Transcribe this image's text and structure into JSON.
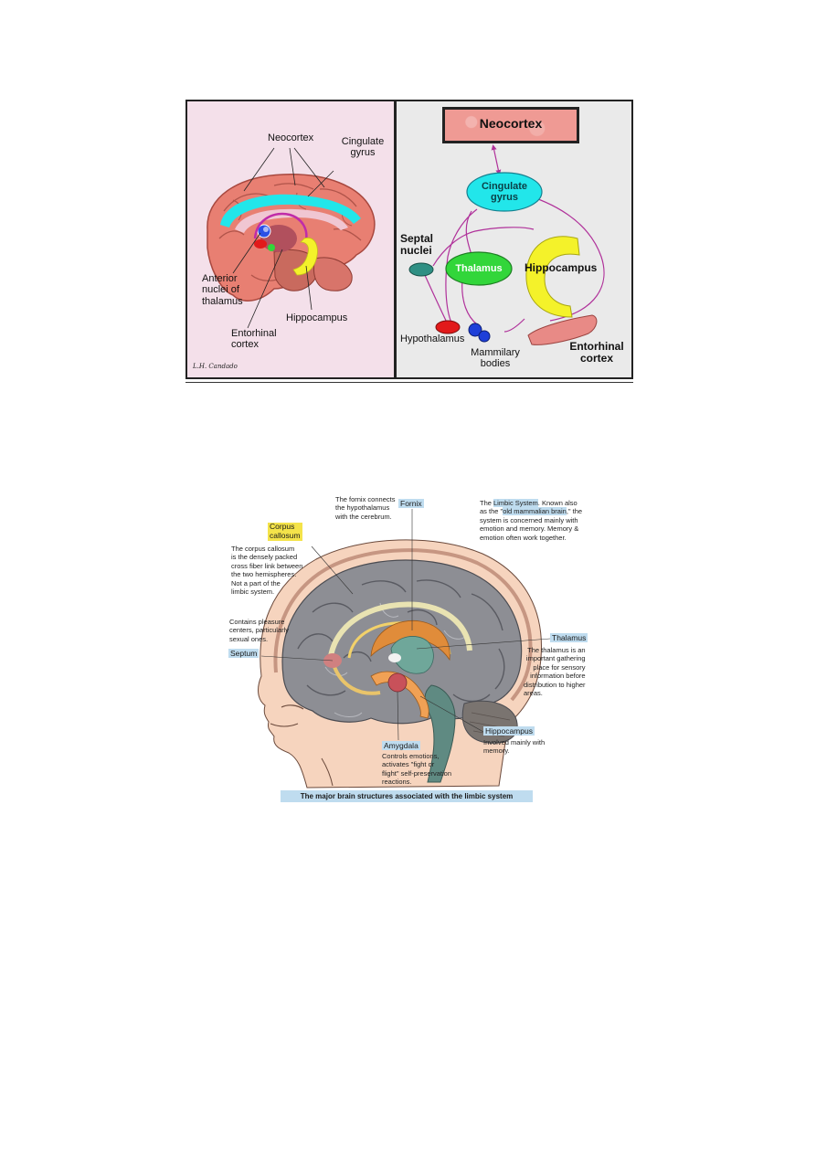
{
  "figure1": {
    "signature": "L.H. Candado",
    "left_panel": {
      "neocortex": "Neocortex",
      "cingulate_gyrus": [
        "Cingulate",
        "gyrus"
      ],
      "anterior_nuclei": [
        "Anterior",
        "nuclei of",
        "thalamus"
      ],
      "hippocampus": "Hippocampus",
      "entorhinal_cortex": [
        "Entorhinal",
        "cortex"
      ]
    },
    "right_panel": {
      "neocortex": "Neocortex",
      "cingulate_gyrus": [
        "Cingulate",
        "gyrus"
      ],
      "septal_nuclei": [
        "Septal",
        "nuclei"
      ],
      "thalamus": "Thalamus",
      "hippocampus": "Hippocampus",
      "hypothalamus": "Hypothalamus",
      "mammilary_bodies": [
        "Mammilary",
        "bodies"
      ],
      "entorhinal_cortex": [
        "Entorhinal",
        "cortex"
      ]
    },
    "colors": {
      "cingulate": "#22e6ea",
      "thalamus": "#32d63a",
      "hippocampus": "#f4f22a",
      "hypothalamus": "#e21a1a",
      "mammilary": "#1e3fd8",
      "septal": "#2e8f83",
      "entorhinal": "#e88a86",
      "pathway": "#b0319a"
    }
  },
  "figure2": {
    "fornix_note": [
      "The fornix connects",
      "the hypothalamus",
      "with the cerebrum."
    ],
    "fornix": "Fornix",
    "limbic_note": {
      "line1_pre": "The ",
      "line1_hl": "Limbic System",
      "line1_post": ". Known also",
      "line2_pre": "as the \"",
      "line2_hl": "old mammalian brain",
      "line2_post": ",\" the",
      "rest": [
        "system is concerned mainly with",
        "emotion and memory. Memory &",
        "emotion often work together."
      ]
    },
    "corpus_callosum": [
      "Corpus",
      "callosum"
    ],
    "corpus_note": [
      "The corpus callosum",
      "is the densely packed",
      "cross fiber link between",
      "the two hemispheres.",
      "Not a part of the",
      "limbic system."
    ],
    "septum_note": [
      "Contains pleasure",
      "centers, particularly",
      "sexual ones."
    ],
    "septum": "Septum",
    "thalamus": "Thalamus",
    "thalamus_note": [
      "The thalamus is an",
      "important gathering",
      "place for sensory",
      "information before",
      "distribution to higher",
      "areas."
    ],
    "hippocampus": "Hippocampus",
    "hippocampus_note": [
      "Involved mainly with",
      "memory."
    ],
    "amygdala": "Amygdala",
    "amygdala_note": [
      "Controls emotions,",
      "activates \"fight or",
      "flight\" self-preservation",
      "reactions."
    ],
    "caption": "The major brain structures associated with the limbic system"
  }
}
